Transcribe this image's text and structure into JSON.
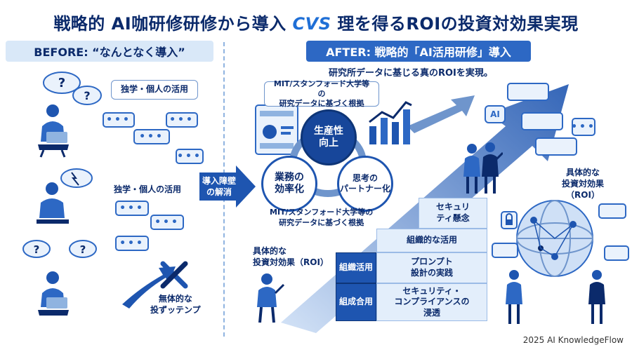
{
  "header": {
    "title_part1": "戦略的 AI咖研修研修から導入",
    "title_vs": "CVS",
    "title_part2": "理を得るROIの投資対効果実現"
  },
  "before": {
    "band_label": "BEFORE: “なんとなく導入”",
    "callout_top": "独学・個人の活用",
    "label_middle": "独学・個人の活用",
    "arrow_label": "導入障壁の解消",
    "bottom_label": "無体的な\n投ずッテンプ"
  },
  "after": {
    "band_label": "AFTER: 戦略的「AI活用研修」導入",
    "subtitle": "研究所データに基じる真のROIを実現。",
    "callout_top": "MIT/スタンフォード大学等の\n研究データに基づく根拠",
    "callout_bottom": "MIT/スタンフォード大学等の\n研究データに基づく根拠",
    "cycle": {
      "top": "生産性\n向上",
      "left": "業務の\n効率化",
      "right": "思考の\nパートナー化"
    },
    "roi_left_label": "具体的な\n投資対効果（ROI）",
    "roi_right_label": "具体的な\n投資対効果\n（ROI）",
    "ai_badge": "AI",
    "table": {
      "cell_security_concern": "セキュリ\nティ懸念",
      "cell_organized_use": "組織的な活用",
      "cell_row3_left": "組織活用",
      "cell_row3_right": "プロンプト\n設計の実践",
      "cell_row4_left": "組成合用",
      "cell_row4_right": "セキュリティ・\nコンプライアンスの\n浸透"
    }
  },
  "footer": {
    "credit": "2025 AI KnowledgeFlow"
  },
  "icons": [
    "question-bubble-icon",
    "thunder-bubble-icon",
    "chat-bubble-icon",
    "person-laptop-icon",
    "crossed-tools-icon",
    "dashboard-icon",
    "bar-chart-icon",
    "globe-network-icon",
    "presenter-icon",
    "lock-icon"
  ],
  "colors": {
    "navy": "#0b2a6b",
    "blue": "#2d68c4",
    "light": "#d9e8f8",
    "dark": "#1e55b0"
  }
}
